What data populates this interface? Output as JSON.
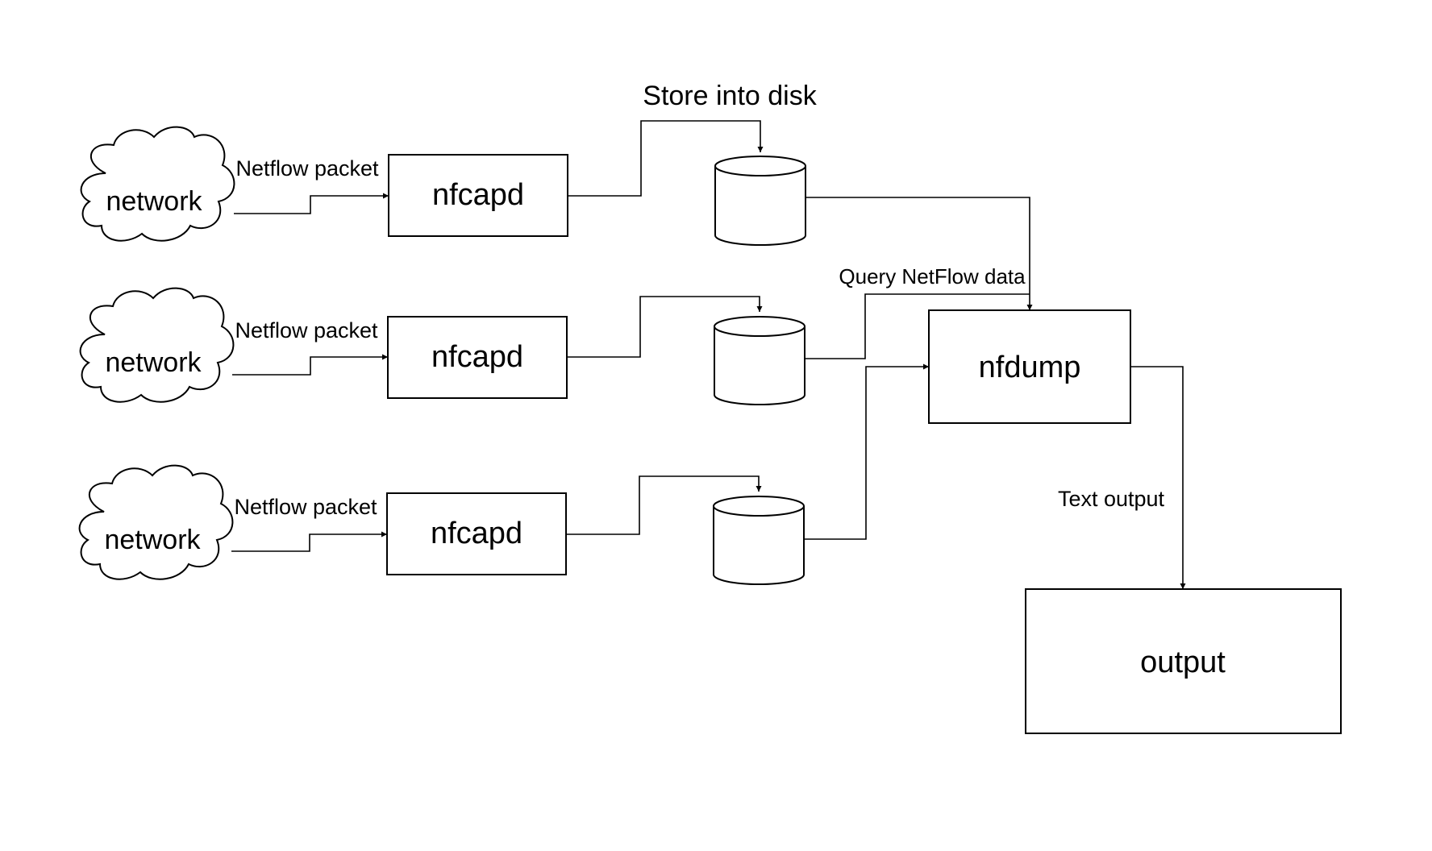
{
  "diagram": {
    "sources": [
      {
        "cloud_label": "network",
        "edge_label": "Netflow packet",
        "collector_label": "nfcapd"
      },
      {
        "cloud_label": "network",
        "edge_label": "Netflow packet",
        "collector_label": "nfcapd"
      },
      {
        "cloud_label": "network",
        "edge_label": "Netflow packet",
        "collector_label": "nfcapd"
      }
    ],
    "store_label": "Store into disk",
    "query_label": "Query NetFlow data",
    "processor_label": "nfdump",
    "text_output_label": "Text output",
    "output_label": "output"
  }
}
